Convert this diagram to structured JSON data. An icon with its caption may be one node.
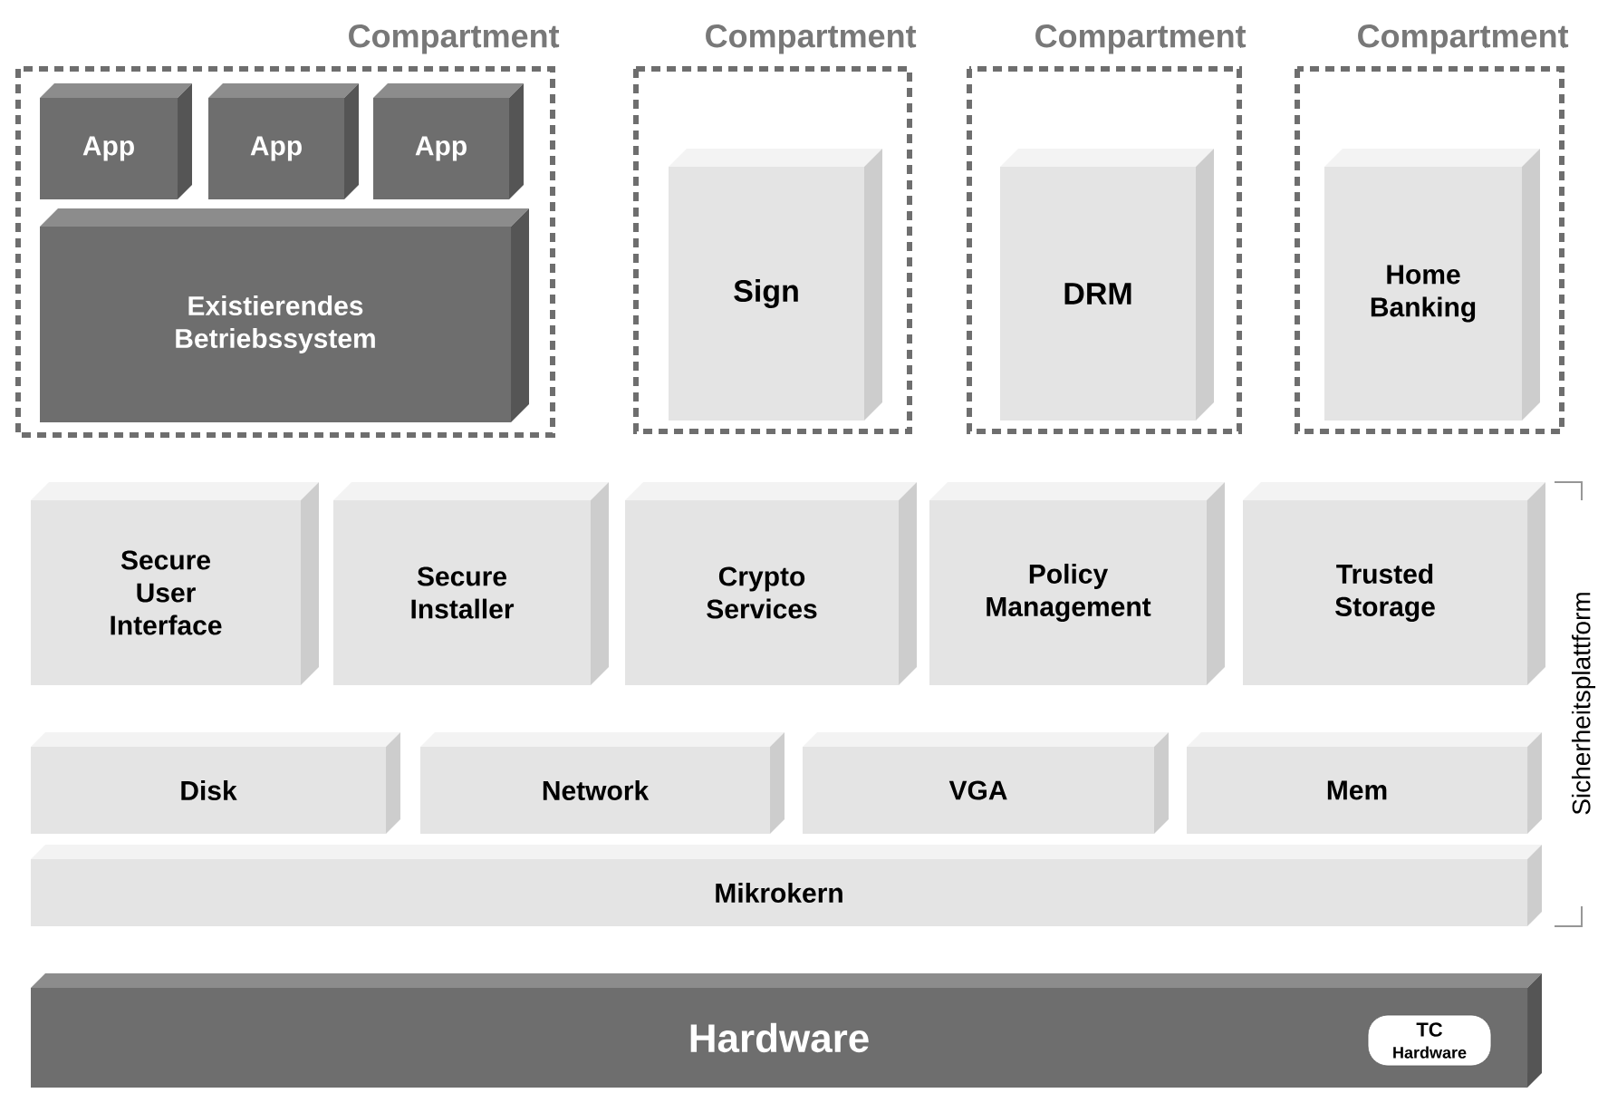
{
  "diagram": {
    "nodes": [
      {
        "text": [
          "Compartment"
        ]
      },
      {
        "text": [
          "App"
        ],
        "in": 0
      },
      {
        "text": [
          "App"
        ],
        "in": 0
      },
      {
        "text": [
          "App"
        ],
        "in": 0
      },
      {
        "text": [
          "Existierendes Betriebssystem"
        ],
        "in": 0
      },
      {
        "text": [
          "Compartment"
        ]
      },
      {
        "text": [
          "Sign"
        ],
        "in": 5
      },
      {
        "text": [
          "Compartment"
        ]
      },
      {
        "text": [
          "DRM"
        ],
        "in": 7
      },
      {
        "text": [
          "Compartment"
        ]
      },
      {
        "text": [
          "Home Banking"
        ],
        "in": 9
      },
      {
        "text": [
          "Secure User Interface"
        ]
      },
      {
        "text": [
          "Secure Installer"
        ]
      },
      {
        "text": [
          "Crypto Services"
        ]
      },
      {
        "text": [
          "Policy Management"
        ]
      },
      {
        "text": [
          "Trusted Storage"
        ]
      },
      {
        "text": [
          "Disk"
        ]
      },
      {
        "text": [
          "Network"
        ]
      },
      {
        "text": [
          "VGA"
        ]
      },
      {
        "text": [
          "Mem"
        ]
      },
      {
        "text": [
          "Mikrokern"
        ]
      },
      {
        "text": [
          "Hardware"
        ]
      },
      {
        "text": [
          "TC",
          "Hardware"
        ],
        "in": 21
      }
    ],
    "labels": [
      "Sicherheitsplattform"
    ]
  }
}
